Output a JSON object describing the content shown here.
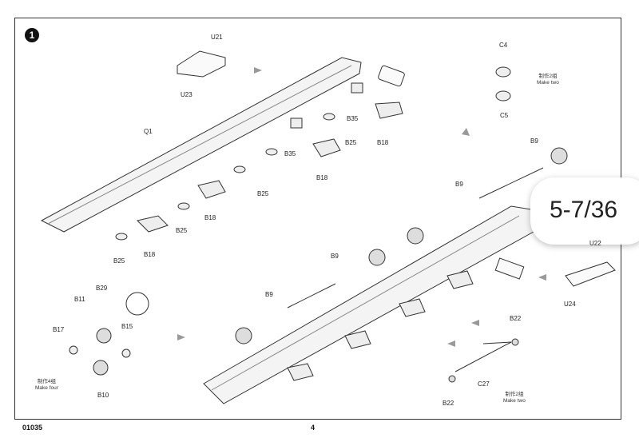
{
  "step_number": "1",
  "page": {
    "catalog_number": "01035",
    "page_number": "4"
  },
  "page_counter": "5-7/36",
  "part_labels": {
    "u21": "U21",
    "u23": "U23",
    "q1": "Q1",
    "b35a": "B35",
    "b35b": "B35",
    "b25a": "B25",
    "b25b": "B25",
    "b25c": "B25",
    "b25d": "B25",
    "b18a": "B18",
    "b18b": "B18",
    "b18c": "B18",
    "b18d": "B18",
    "c4": "C4",
    "c5": "C5",
    "b9a": "B9",
    "b9b": "B9",
    "b9c": "B9",
    "b9d": "B9",
    "b29": "B29",
    "b11": "B11",
    "b17": "B17",
    "b15": "B15",
    "b10": "B10",
    "u24": "U24",
    "b22a": "B22",
    "b22b": "B22",
    "c27": "C27",
    "u22": "U22"
  },
  "notes": {
    "make_two_a_cn": "制作2组",
    "make_two_a": "Make two",
    "make_four_cn": "制作4组",
    "make_four": "Make four",
    "make_two_b_cn": "制作2组",
    "make_two_b": "Make two"
  }
}
